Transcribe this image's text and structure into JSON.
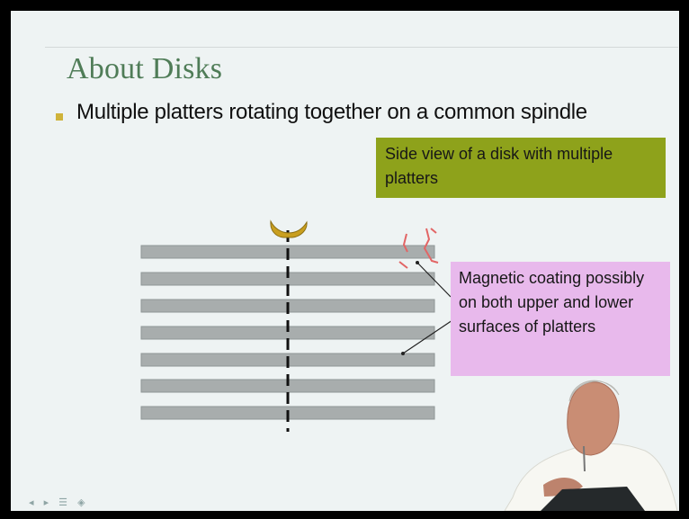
{
  "slide": {
    "title": "About Disks",
    "bullet": "Multiple platters rotating together on a common spindle",
    "side_view_box": "Side view of a disk with multiple platters",
    "magnetic_box": "Magnetic coating possibly on both upper and lower surfaces of platters"
  },
  "diagram": {
    "platter_count": 7
  },
  "controls": {
    "icons": [
      "previous-icon",
      "next-icon",
      "menu-icon",
      "navigation-icon"
    ],
    "symbols": "◂ ▸ ☰ ◈"
  },
  "colors": {
    "background": "#000000",
    "slide_background": "#eef3f3",
    "title": "#4f7c57",
    "bullet": "#cfb33a",
    "side_view_box": "#8ea21b",
    "magnetic_box": "#e8b9ec",
    "platter": "#a8adad"
  }
}
